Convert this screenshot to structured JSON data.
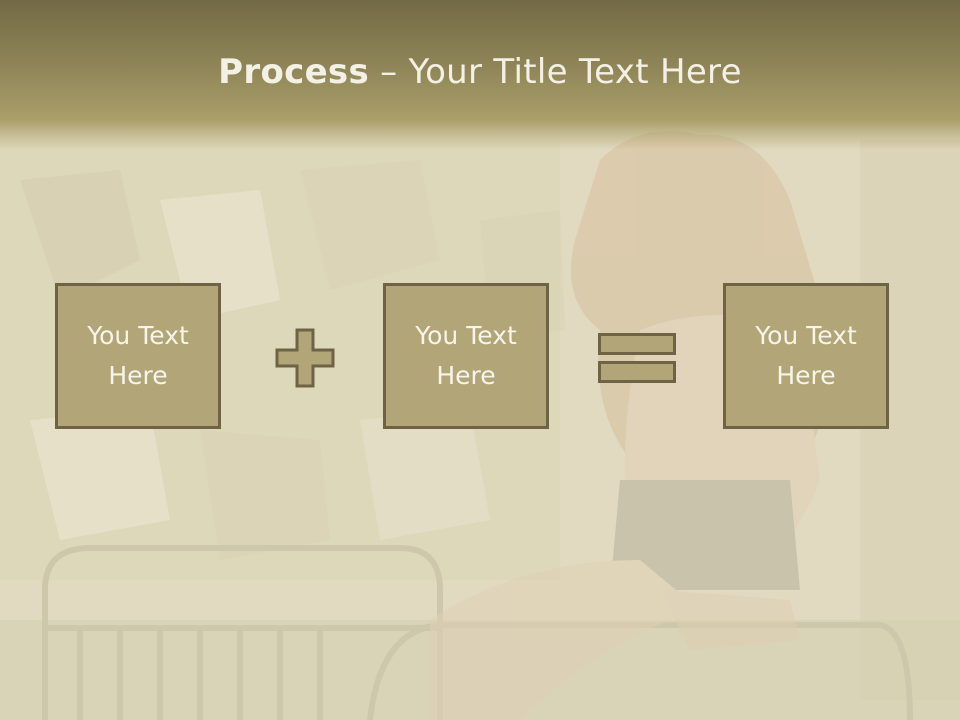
{
  "title": {
    "bold": "Process",
    "dash": " – ",
    "rest": "Your Title Text Here"
  },
  "boxes": [
    {
      "text": "You Text Here"
    },
    {
      "text": "You Text Here"
    },
    {
      "text": "You Text Here"
    }
  ],
  "operators": [
    "plus-icon",
    "equals-icon"
  ],
  "colors": {
    "box_fill": "#b2a578",
    "box_border": "#6e6445",
    "header": "#8f8558",
    "text": "#f7f4ea"
  }
}
